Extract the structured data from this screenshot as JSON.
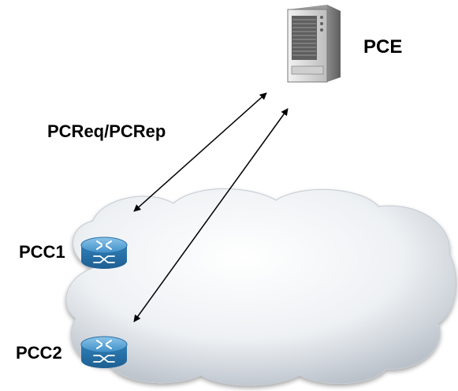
{
  "diagram": {
    "pce": {
      "label": "PCE",
      "icon": "server-icon"
    },
    "protocol_label": "PCReq/PCRep",
    "clients": [
      {
        "label": "PCC1",
        "icon": "router-icon"
      },
      {
        "label": "PCC2",
        "icon": "router-icon"
      }
    ],
    "network": {
      "icon": "cloud-icon"
    },
    "colors": {
      "router_blue": "#3a8cc4",
      "cloud": "#e3e8ee",
      "server": "#d8d8d8",
      "arrows": "#000000"
    }
  }
}
